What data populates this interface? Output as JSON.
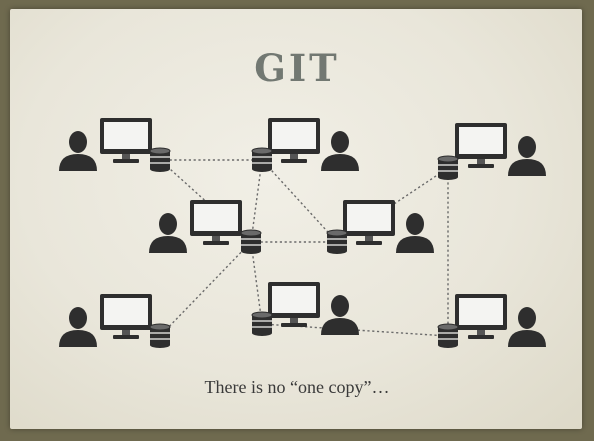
{
  "slide": {
    "title": "GIT",
    "caption": "There is no “one copy”…"
  },
  "diagram": {
    "node_icon": "computer-with-user-and-database-icon",
    "nodes": [
      {
        "id": "n1",
        "user_side": "left"
      },
      {
        "id": "n2",
        "user_side": "right"
      },
      {
        "id": "n3",
        "user_side": "right"
      },
      {
        "id": "n4",
        "user_side": "left"
      },
      {
        "id": "n5",
        "user_side": "right"
      },
      {
        "id": "n6",
        "user_side": "left"
      },
      {
        "id": "n7",
        "user_side": "right"
      },
      {
        "id": "n8",
        "user_side": "right"
      }
    ],
    "links": [
      [
        "n1",
        "n2"
      ],
      [
        "n1",
        "n4"
      ],
      [
        "n2",
        "n4"
      ],
      [
        "n2",
        "n5"
      ],
      [
        "n3",
        "n5"
      ],
      [
        "n3",
        "n8"
      ],
      [
        "n4",
        "n5"
      ],
      [
        "n4",
        "n6"
      ],
      [
        "n4",
        "n7"
      ],
      [
        "n7",
        "n8"
      ]
    ],
    "colors": {
      "icon_dark": "#2e2e2e",
      "icon_mid": "#555555",
      "screen": "#f4f4f2",
      "link": "#6a6a6a"
    }
  }
}
